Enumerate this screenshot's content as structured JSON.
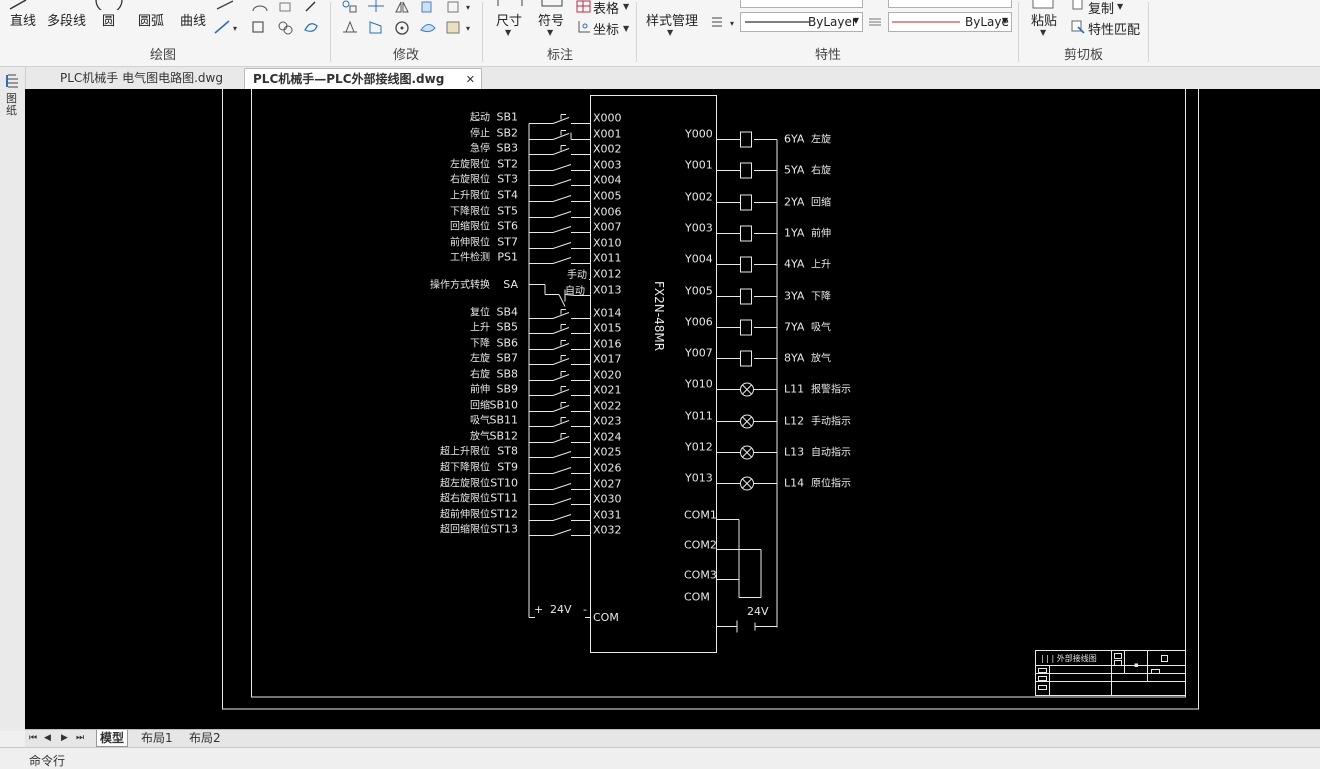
{
  "ribbon": {
    "draw_tools": [
      "直线",
      "多段线",
      "圆",
      "圆弧",
      "曲线"
    ],
    "dimension_label": "尺寸",
    "symbol_label": "符号",
    "table_label": "表格",
    "coord_label": "坐标",
    "style_manager_label": "样式管理",
    "linetype_value": "ByLayer",
    "lineweight_value": "ByLaye",
    "paste_label": "粘贴",
    "copy_label": "复制",
    "match_prop_label": "特性匹配",
    "groups": {
      "draw": "绘图",
      "modify": "修改",
      "annotate": "标注",
      "properties": "特性",
      "clipboard": "剪切板"
    }
  },
  "tabs": [
    {
      "label": "PLC机械手 电气图电路图.dwg",
      "active": false
    },
    {
      "label": "PLC机械手—PLC外部接线图.dwg",
      "active": true
    }
  ],
  "tab_close": "✕",
  "left_tool_label": "图纸",
  "layout_tabs": [
    "模型",
    "布局1",
    "布局2"
  ],
  "layout_nav": [
    "⏮",
    "◀",
    "▶",
    "⏭"
  ],
  "command_label": "命令行",
  "drawing": {
    "plc_model": "FX2N-48MR",
    "inputs": [
      {
        "label": "起动",
        "code": "SB1",
        "addr": "X000",
        "type": "nopb"
      },
      {
        "label": "停止",
        "code": "SB2",
        "addr": "X001",
        "type": "ncpb"
      },
      {
        "label": "急停",
        "code": "SB3",
        "addr": "X002",
        "type": "nopb"
      },
      {
        "label": "左旋限位",
        "code": "ST2",
        "addr": "X003",
        "type": "ls"
      },
      {
        "label": "右旋限位",
        "code": "ST3",
        "addr": "X004",
        "type": "ls"
      },
      {
        "label": "上升限位",
        "code": "ST4",
        "addr": "X005",
        "type": "ls"
      },
      {
        "label": "下降限位",
        "code": "ST5",
        "addr": "X006",
        "type": "ls"
      },
      {
        "label": "回缩限位",
        "code": "ST6",
        "addr": "X007",
        "type": "ls"
      },
      {
        "label": "前伸限位",
        "code": "ST7",
        "addr": "X010",
        "type": "ls"
      },
      {
        "label": "工件检测",
        "code": "PS1",
        "addr": "X011",
        "type": "ls"
      },
      {
        "label": "",
        "code": "",
        "addr": "X012",
        "type": "sel"
      },
      {
        "label": "",
        "code": "",
        "addr": "X013",
        "type": "sel"
      },
      {
        "label": "复位",
        "code": "SB4",
        "addr": "X014",
        "type": "nopb"
      },
      {
        "label": "上升",
        "code": "SB5",
        "addr": "X015",
        "type": "nopb"
      },
      {
        "label": "下降",
        "code": "SB6",
        "addr": "X016",
        "type": "nopb"
      },
      {
        "label": "左旋",
        "code": "SB7",
        "addr": "X017",
        "type": "nopb"
      },
      {
        "label": "右旋",
        "code": "SB8",
        "addr": "X020",
        "type": "nopb"
      },
      {
        "label": "前伸",
        "code": "SB9",
        "addr": "X021",
        "type": "nopb"
      },
      {
        "label": "回缩",
        "code": "SB10",
        "addr": "X022",
        "type": "nopb"
      },
      {
        "label": "吸气",
        "code": "SB11",
        "addr": "X023",
        "type": "nopb"
      },
      {
        "label": "放气",
        "code": "SB12",
        "addr": "X024",
        "type": "nopb"
      },
      {
        "label": "超上升限位",
        "code": "ST8",
        "addr": "X025",
        "type": "ls"
      },
      {
        "label": "超下降限位",
        "code": "ST9",
        "addr": "X026",
        "type": "ls"
      },
      {
        "label": "超左旋限位",
        "code": "ST10",
        "addr": "X027",
        "type": "ls"
      },
      {
        "label": "超右旋限位",
        "code": "ST11",
        "addr": "X030",
        "type": "ls"
      },
      {
        "label": "超前伸限位",
        "code": "ST12",
        "addr": "X031",
        "type": "ls"
      },
      {
        "label": "超回缩限位",
        "code": "ST13",
        "addr": "X032",
        "type": "ls"
      }
    ],
    "selector": {
      "label": "操作方式转换",
      "code": "SA",
      "manual": "手动",
      "auto": "自动"
    },
    "input_supply": {
      "plus": "+",
      "voltage": "24V",
      "minus": "-"
    },
    "input_com": "COM",
    "outputs": [
      {
        "addr": "Y000",
        "code": "6YA",
        "desc": "左旋",
        "type": "coil"
      },
      {
        "addr": "Y001",
        "code": "5YA",
        "desc": "右旋",
        "type": "coil"
      },
      {
        "addr": "Y002",
        "code": "2YA",
        "desc": "回缩",
        "type": "coil"
      },
      {
        "addr": "Y003",
        "code": "1YA",
        "desc": "前伸",
        "type": "coil"
      },
      {
        "addr": "Y004",
        "code": "4YA",
        "desc": "上升",
        "type": "coil"
      },
      {
        "addr": "Y005",
        "code": "3YA",
        "desc": "下降",
        "type": "coil"
      },
      {
        "addr": "Y006",
        "code": "7YA",
        "desc": "吸气",
        "type": "coil"
      },
      {
        "addr": "Y007",
        "code": "8YA",
        "desc": "放气",
        "type": "coil"
      },
      {
        "addr": "Y010",
        "code": "L11",
        "desc": "报警指示",
        "type": "lamp"
      },
      {
        "addr": "Y011",
        "code": "L12",
        "desc": "手动指示",
        "type": "lamp"
      },
      {
        "addr": "Y012",
        "code": "L13",
        "desc": "自动指示",
        "type": "lamp"
      },
      {
        "addr": "Y013",
        "code": "L14",
        "desc": "原位指示",
        "type": "lamp"
      }
    ],
    "output_coms": [
      "COM1",
      "COM2",
      "COM3",
      "COM"
    ],
    "output_supply": "24V",
    "title_block": {
      "title": "外部接线图"
    }
  }
}
